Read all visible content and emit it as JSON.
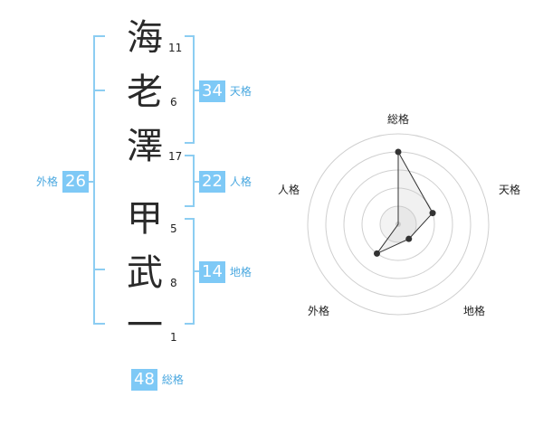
{
  "name": {
    "surname": [
      {
        "char": "海",
        "strokes": "11"
      },
      {
        "char": "老",
        "strokes": "6"
      },
      {
        "char": "澤",
        "strokes": "17"
      }
    ],
    "given": [
      {
        "char": "甲",
        "strokes": "5"
      },
      {
        "char": "武",
        "strokes": "8"
      },
      {
        "char": "一",
        "strokes": "1"
      }
    ]
  },
  "fortunes": {
    "tenkaku": {
      "label": "天格",
      "value": "34"
    },
    "jinkaku": {
      "label": "人格",
      "value": "22"
    },
    "chikaku": {
      "label": "地格",
      "value": "14"
    },
    "gaikaku": {
      "label": "外格",
      "value": "26"
    },
    "soukaku": {
      "label": "総格",
      "value": "48"
    }
  },
  "colors": {
    "accent": "#7ec9f6",
    "accent_text": "#4aa8e0",
    "bracket": "#8ccdf2"
  },
  "chart_data": {
    "type": "radar",
    "axes": [
      "総格",
      "天格",
      "地格",
      "外格",
      "人格"
    ],
    "values": [
      4,
      2,
      1,
      2,
      0
    ],
    "range": [
      0,
      5
    ]
  }
}
